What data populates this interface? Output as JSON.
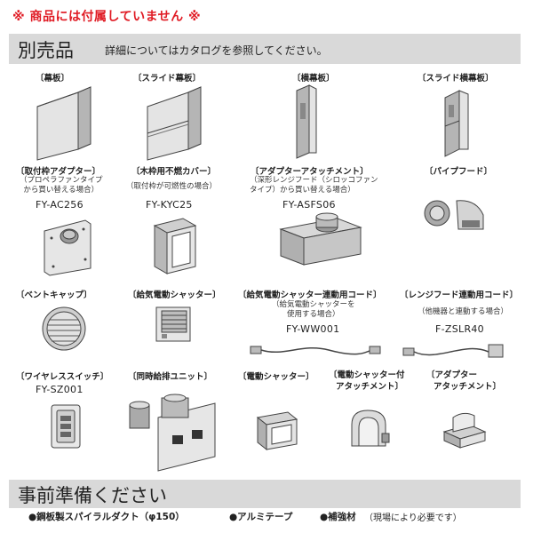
{
  "notice": "※ 商品には付属していません ※",
  "accessories_section": {
    "title": "別売品",
    "subtitle": "詳細についてはカタログを参照してください。"
  },
  "items": {
    "makuita": {
      "label": "〔幕板〕"
    },
    "slide_makuita": {
      "label": "〔スライド幕板〕"
    },
    "yoko_makuita": {
      "label": "〔横幕板〕"
    },
    "slide_yoko_makuita": {
      "label": "〔スライド横幕板〕"
    },
    "adapter_frame": {
      "label": "〔取付枠アダプター〕",
      "note": "（プロペラファンタイプ\nから買い替える場合）",
      "code": "FY-AC256"
    },
    "wood_cover": {
      "label": "〔木枠用不燃カバー〕",
      "note": "（取付枠が可燃性の場合）",
      "code": "FY-KYC25"
    },
    "adapter_attachment": {
      "label": "〔アダプターアタッチメント〕",
      "note": "（深形レンジフード（シロッコファン\nタイプ）から買い替える場合）",
      "code": "FY-ASFS06"
    },
    "pipe_hood": {
      "label": "〔パイプフード〕"
    },
    "vent_cap": {
      "label": "〔ベントキャップ〕"
    },
    "supply_shutter": {
      "label": "〔給気電動シャッター〕"
    },
    "shutter_cord": {
      "label": "〔給気電動シャッター連動用コード〕",
      "note": "（給気電動シャッターを\n使用する場合）",
      "code": "FY-WW001"
    },
    "range_cord": {
      "label": "〔レンジフード連動用コード〕",
      "note": "（他機器と連動する場合）",
      "code": "F-ZSLR40"
    },
    "wireless_switch": {
      "label": "〔ワイヤレススイッチ〕",
      "code": "FY-SZ001"
    },
    "sync_unit": {
      "label": "〔同時給排ユニット〕"
    },
    "electric_shutter": {
      "label": "〔電動シャッター〕"
    },
    "shutter_attachment": {
      "label1": "〔電動シャッター付",
      "label2": "アタッチメント〕"
    },
    "adapter_attachment2": {
      "label1": "〔アダプター",
      "label2": "アタッチメント〕"
    }
  },
  "prep_section": {
    "title": "事前準備ください",
    "items": [
      "●鋼板製スパイラルダクト（φ150）",
      "●アルミテープ",
      "●補強材"
    ],
    "extra_note": "（現場により必要です）"
  }
}
